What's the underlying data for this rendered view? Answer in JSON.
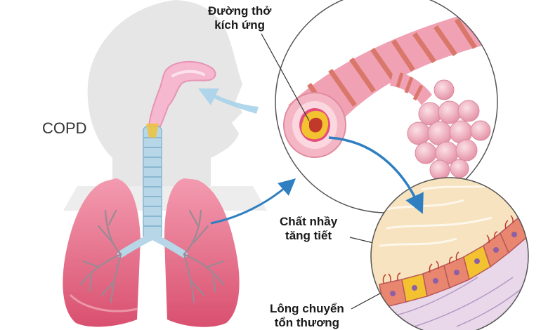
{
  "diagram": {
    "labels": {
      "copd": "COPD",
      "airway_line1": "Đường thở",
      "airway_line2": "kích ứng",
      "mucus_line1": "Chất nhầy",
      "mucus_line2": "tăng tiết",
      "cilia_line1": "Lông chuyển",
      "cilia_line2": "tổn thương"
    },
    "colors": {
      "lung_pink": "#e8728f",
      "trachea_blue": "#a9cfe3",
      "airflow_arrow": "#9fcfe8",
      "pointer_arrow": "#2f7fc1",
      "bronchus_stripe": "#d9776a",
      "alveoli": "#f0b6c3",
      "mucus_yellow": "#f7e3bf",
      "inflamed_core": "#f2c230"
    }
  }
}
